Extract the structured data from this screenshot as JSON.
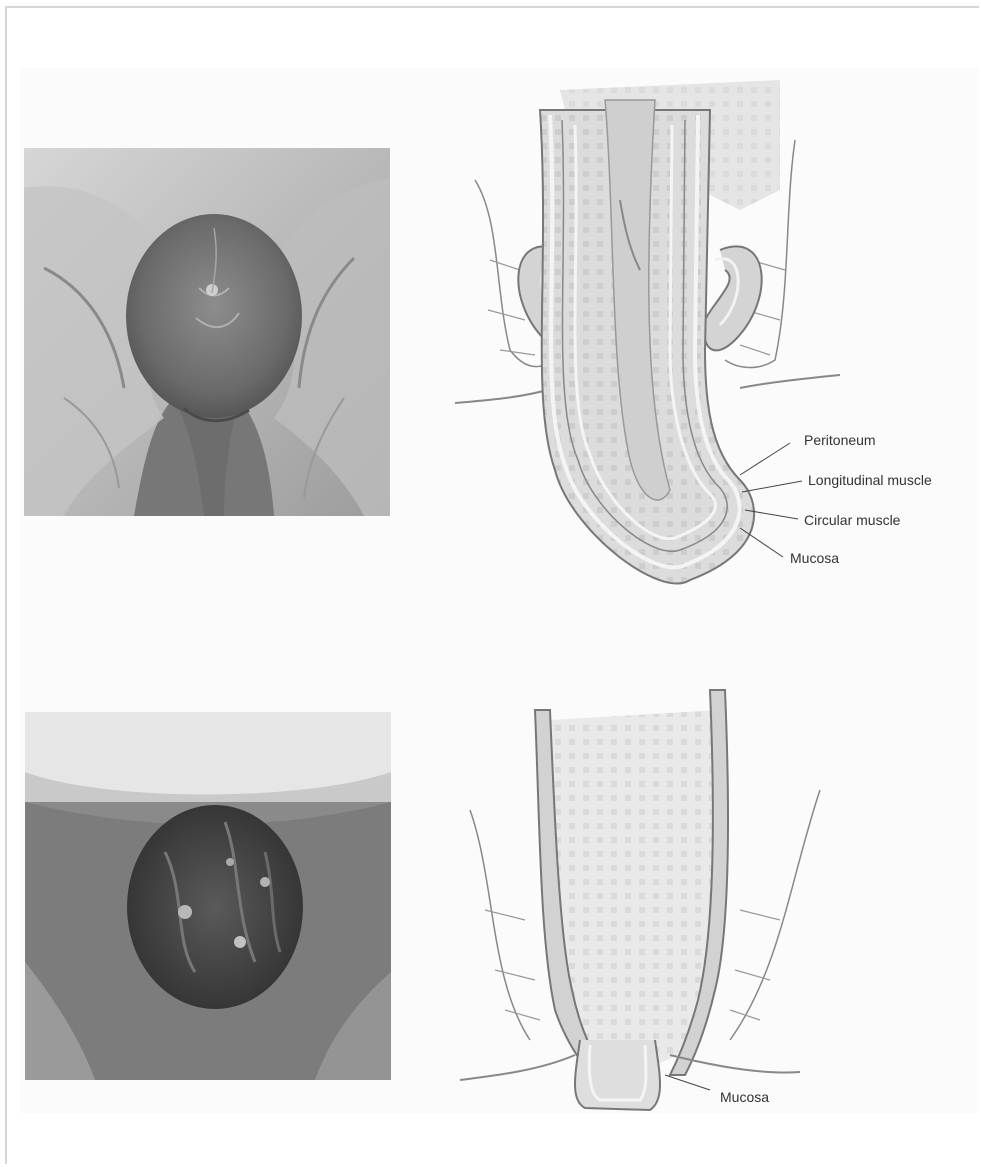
{
  "figure": {
    "top_diagram": {
      "labels": {
        "peritoneum": "Peritoneum",
        "longitudinal_muscle": "Longitudinal muscle",
        "circular_muscle": "Circular muscle",
        "mucosa": "Mucosa"
      }
    },
    "bottom_diagram": {
      "labels": {
        "mucosa": "Mucosa"
      }
    }
  }
}
